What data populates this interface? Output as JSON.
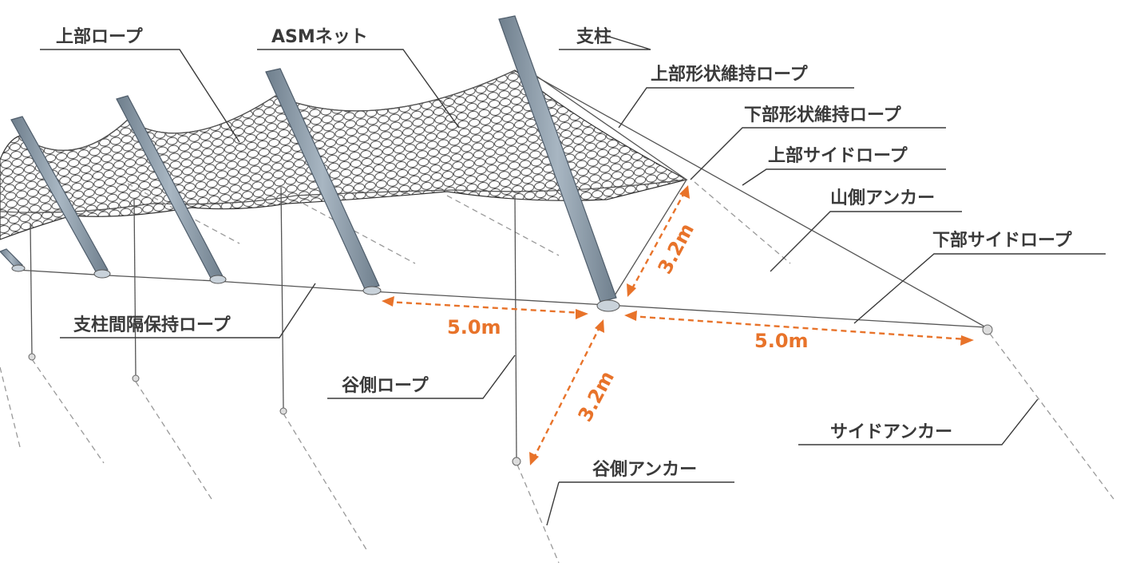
{
  "labels": {
    "upper_rope": "上部ロープ",
    "asm_net": "ASMネット",
    "post": "支柱",
    "upper_shape_rope": "上部形状維持ロープ",
    "lower_shape_rope": "下部形状維持ロープ",
    "upper_side_rope": "上部サイドロープ",
    "mountain_anchor": "山側アンカー",
    "lower_side_rope": "下部サイドロープ",
    "post_spacing_rope": "支柱間隔保持ロープ",
    "valley_rope": "谷側ロープ",
    "side_anchor": "サイドアンカー",
    "valley_anchor": "谷側アンカー"
  },
  "dimensions": {
    "post_spacing": "5.0m",
    "side_spacing": "5.0m",
    "mountain_offset": "3.2m",
    "valley_offset": "3.2m"
  },
  "colors": {
    "dimension": "#e8732a",
    "post_fill": "#8a9aa8",
    "text": "#3a3a3a"
  }
}
